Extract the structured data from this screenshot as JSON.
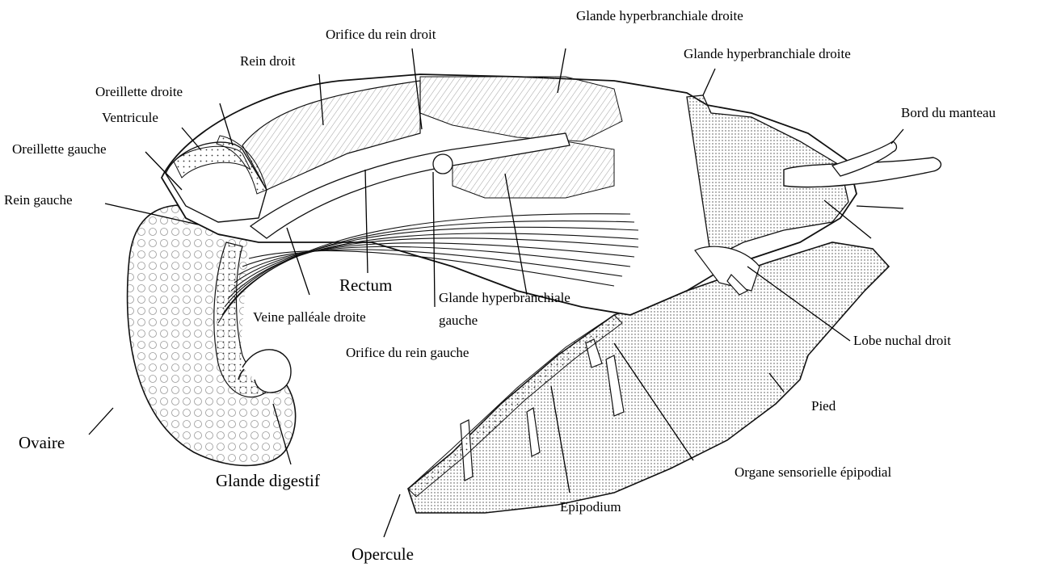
{
  "labels": {
    "glande_hyperbranchiale_droite_top": "Glande hyperbranchiale droite",
    "orifice_rein_droit": "Orifice du rein droit",
    "glande_hyperbranchiale_droite_2": "Glande hyperbranchiale droite",
    "rein_droit": "Rein droit",
    "oreillette_droite": "Oreillette droite",
    "ventricule": "Ventricule",
    "bord_du_manteau": "Bord du manteau",
    "oreillette_gauche": "Oreillette gauche",
    "rein_gauche": "Rein gauche",
    "rectum": "Rectum",
    "veine_palleale_droite": "Veine palléale droite",
    "glande_hyperbranchiale_gauche_1": "Glande hyperbranchiale",
    "glande_hyperbranchiale_gauche_2": "gauche",
    "orifice_rein_gauche": "Orifice du rein gauche",
    "lobe_nuchal_droit": "Lobe nuchal droit",
    "pied": "Pied",
    "ovaire": "Ovaire",
    "organe_sensorielle": "Organe sensorielle épipodial",
    "glande_digestif": "Glande digestif",
    "epipodium": "Epipodium",
    "opercule": "Opercule"
  }
}
